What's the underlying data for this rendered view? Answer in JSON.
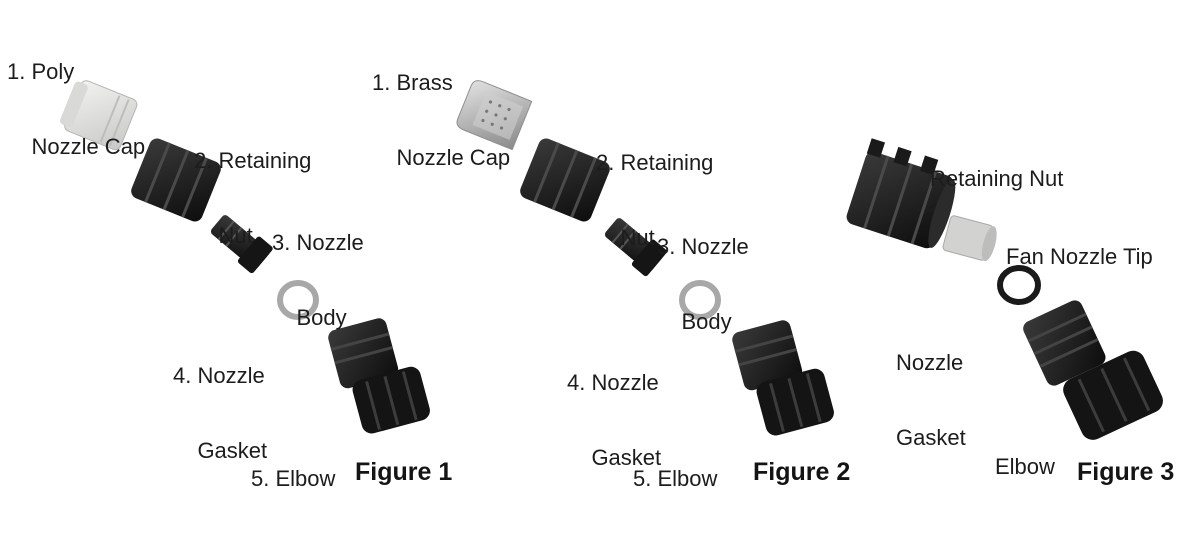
{
  "figures": [
    {
      "caption": "Figure 1",
      "labels": [
        {
          "lines": [
            "1. Poly",
            "    Nozzle Cap"
          ]
        },
        {
          "lines": [
            "2. Retaining",
            "    Nut"
          ]
        },
        {
          "lines": [
            "3. Nozzle",
            "    Body"
          ]
        },
        {
          "lines": [
            "4. Nozzle",
            "    Gasket"
          ]
        },
        {
          "lines": [
            "5. Elbow"
          ]
        }
      ]
    },
    {
      "caption": "Figure 2",
      "labels": [
        {
          "lines": [
            "1. Brass",
            "    Nozzle Cap"
          ]
        },
        {
          "lines": [
            "2. Retaining",
            "    Nut"
          ]
        },
        {
          "lines": [
            "3. Nozzle",
            "    Body"
          ]
        },
        {
          "lines": [
            "4. Nozzle",
            "    Gasket"
          ]
        },
        {
          "lines": [
            "5. Elbow"
          ]
        }
      ]
    },
    {
      "caption": "Figure 3",
      "labels": [
        {
          "lines": [
            "Retaining Nut"
          ]
        },
        {
          "lines": [
            "Fan Nozzle Tip"
          ]
        },
        {
          "lines": [
            "Nozzle",
            "Gasket"
          ]
        },
        {
          "lines": [
            "Elbow"
          ]
        }
      ]
    }
  ],
  "colors": {
    "part_black": "#1e1e1e",
    "poly_cap": "#e4e4e2",
    "brass_cap": "#bdbdbd",
    "fan_tip": "#d2d2d0",
    "gasket_grey": "#a8a8a8"
  }
}
